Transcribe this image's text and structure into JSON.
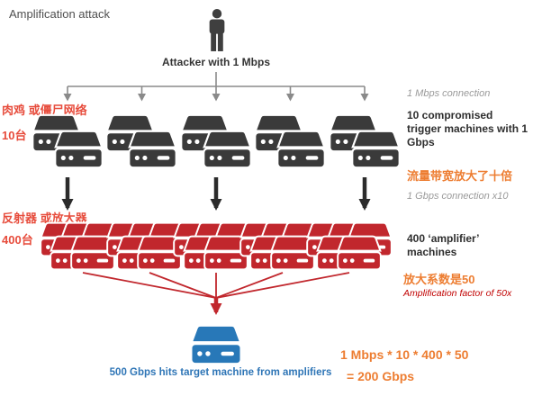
{
  "title": "Amplification attack",
  "attacker": {
    "label": "Attacker with 1 Mbps",
    "icon": "person-icon"
  },
  "left_labels": {
    "botnet_cn": "肉鸡 或僵尸网络",
    "botnet_count": "10台",
    "reflector_cn": "反射器 或放大器",
    "reflector_count": "400台"
  },
  "right_labels": {
    "conn_1mbps": "1 Mbps connection",
    "trigger_machines": "10 compromised trigger machines with 1 Gbps",
    "amplify_cn": "流量带宽放大了十倍",
    "conn_1gbps": "1 Gbps connection x10",
    "amplifier_machines": "400 ‘amplifier’ machines",
    "factor_cn": "放大系数是50",
    "factor_en": "Amplification factor of 50x"
  },
  "bottom": {
    "target_caption": "500 Gbps hits target machine from amplifiers",
    "calc_line1": "1 Mbps * 10 * 400 * 50",
    "calc_line2": "= 200 Gbps"
  },
  "icons": {
    "attacker": "person-icon",
    "trigger_machine": "server-icon",
    "amplifier_machine": "server-icon",
    "target_machine": "server-icon"
  },
  "colors": {
    "trigger_server": "#3a3a3a",
    "amplifier_server": "#c1272d",
    "target_server": "#2878b8",
    "orange_text": "#ed7d31",
    "red_cn_text": "#e74c3c",
    "red_italic_text": "#c00000",
    "blue_text": "#2e75b6",
    "gray_text": "#9a9a9a",
    "dark_text": "#2e2e2e"
  }
}
